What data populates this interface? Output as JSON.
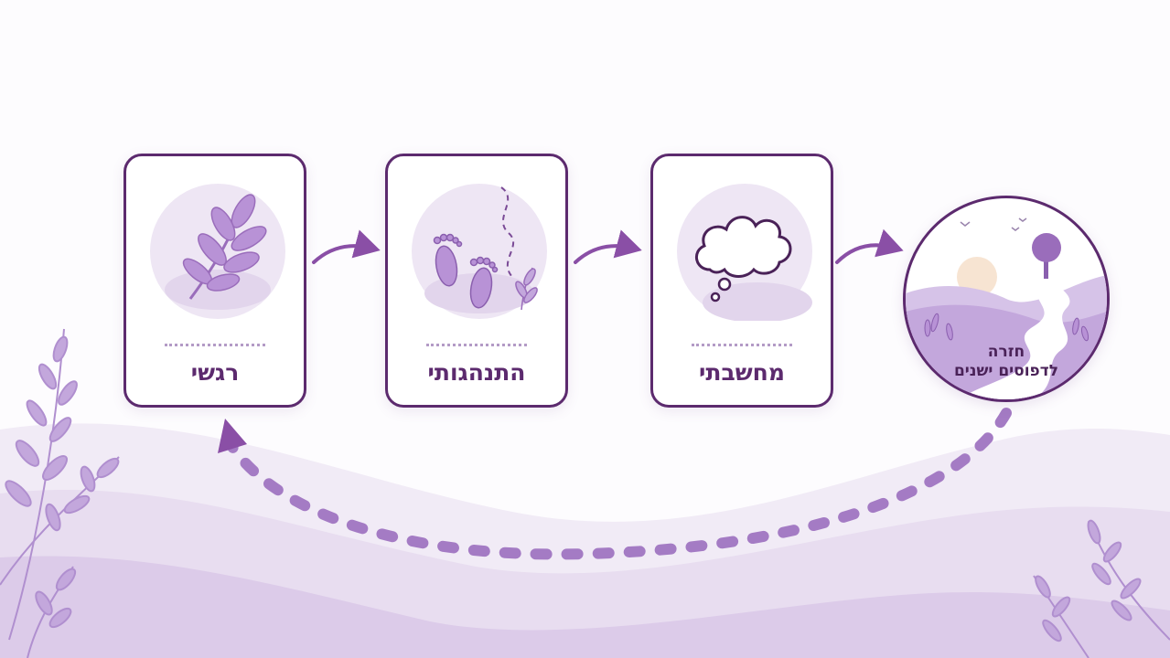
{
  "colors": {
    "accent": "#5c2a6e",
    "arrow": "#8a4fa6",
    "lavender": "#b08fcf",
    "light_lavender": "#e6dcef",
    "footprints": "#a47bc4"
  },
  "stages": [
    {
      "label": "רגשי",
      "icon": "leaf-branch-icon"
    },
    {
      "label": "התנהגותי",
      "icon": "footprints-icon"
    },
    {
      "label": "מחשבתי",
      "icon": "thought-cloud-icon"
    }
  ],
  "final_stage": {
    "line1": "חזרה",
    "line2": "לדפוסים ישנים",
    "icon": "winding-path-landscape-icon"
  }
}
